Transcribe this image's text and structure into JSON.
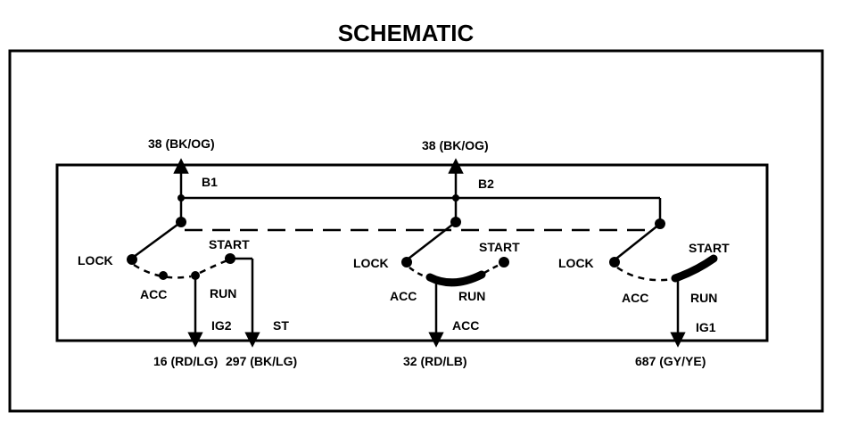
{
  "title": "SCHEMATIC",
  "wires": {
    "top_left": "38 (BK/OG)",
    "top_middle": "38 (BK/OG)",
    "bottom_left_a": "16 (RD/LG)",
    "bottom_left_b": "297 (BK/LG)",
    "bottom_middle": "32 (RD/LB)",
    "bottom_right": "687 (GY/YE)"
  },
  "terminals": {
    "b1": "B1",
    "b2": "B2",
    "ig2": "IG2",
    "st": "ST",
    "acc_out": "ACC",
    "ig1": "IG1"
  },
  "switch_left": {
    "lock": "LOCK",
    "acc": "ACC",
    "run": "RUN",
    "start": "START"
  },
  "switch_middle": {
    "lock": "LOCK",
    "acc": "ACC",
    "run": "RUN",
    "start": "START"
  },
  "switch_right": {
    "lock": "LOCK",
    "acc": "ACC",
    "run": "RUN",
    "start": "START"
  }
}
